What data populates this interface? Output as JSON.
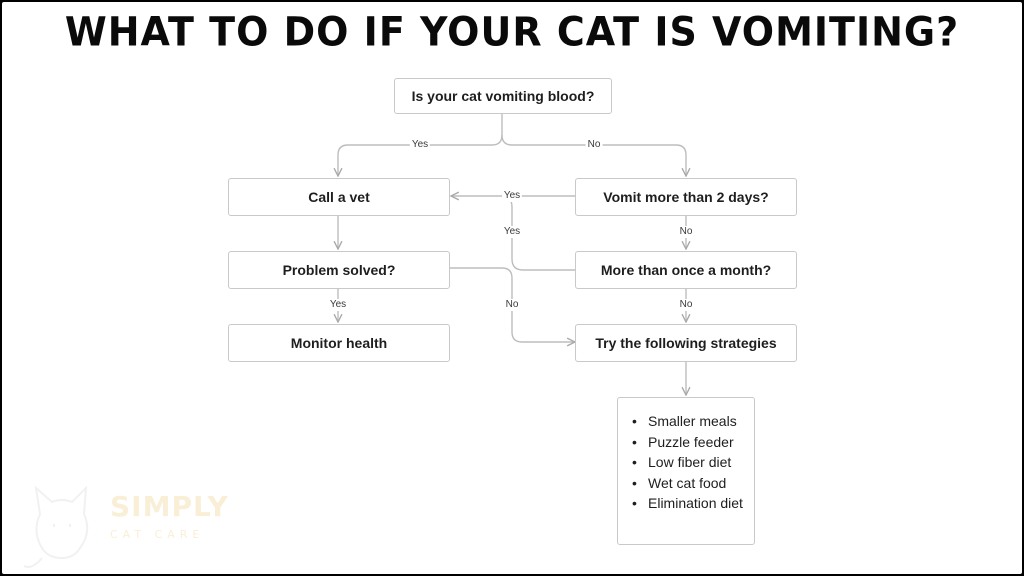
{
  "title": "WHAT TO DO IF YOUR CAT IS VOMITING?",
  "nodes": {
    "blood": "Is your cat vomiting blood?",
    "vet": "Call a vet",
    "more2days": "Vomit more than 2 days?",
    "solved": "Problem solved?",
    "oncemonth": "More than once a month?",
    "monitor": "Monitor health",
    "strategies": "Try the following strategies"
  },
  "edges": {
    "blood_yes": "Yes",
    "blood_no": "No",
    "more2days_yes": "Yes",
    "more2days_no": "No",
    "oncemonth_yes": "Yes",
    "oncemonth_no": "No",
    "solved_yes": "Yes",
    "solved_no": "No"
  },
  "strategy_items": [
    "Smaller meals",
    "Puzzle feeder",
    "Low fiber diet",
    "Wet cat food",
    "Elimination diet"
  ],
  "watermark": {
    "brand": "SIMPLY",
    "sub": "CAT CARE"
  },
  "colors": {
    "line": "#bdbdbd",
    "border": "#c9c9c9",
    "text": "#1e1e1e",
    "watermark": "#e8b84a"
  }
}
